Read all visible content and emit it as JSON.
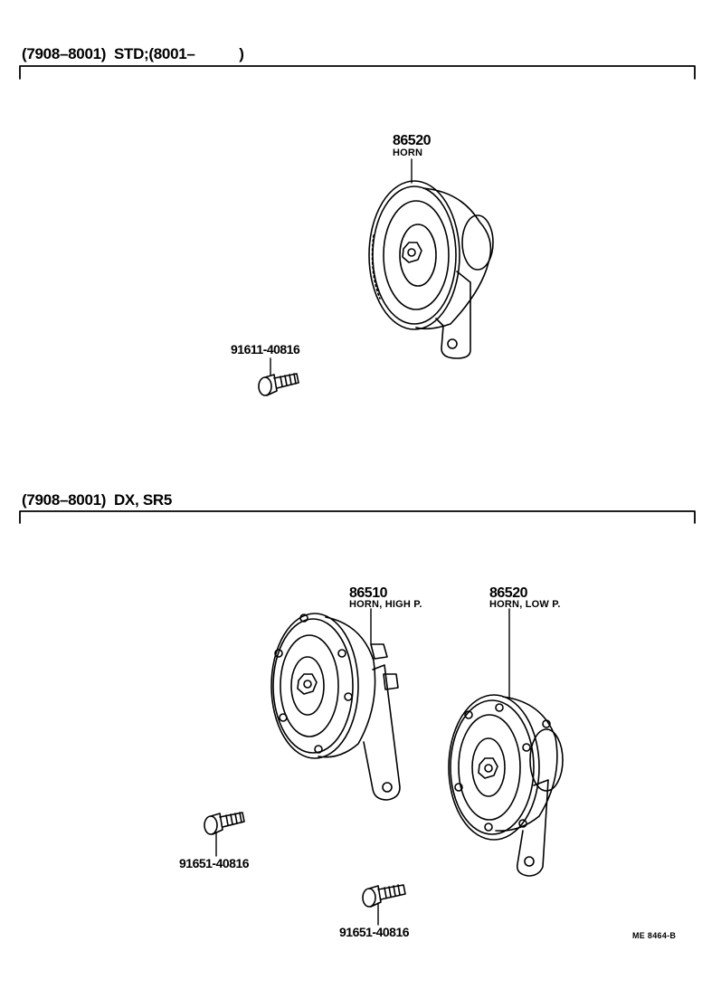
{
  "sections": [
    {
      "header": "(7908–8001)  STD;(8001–           )"
    },
    {
      "header": "(7908–8001)  DX, SR5"
    }
  ],
  "parts": [
    {
      "number": "86520",
      "name": "HORN"
    },
    {
      "number": "91611-40816",
      "name": ""
    },
    {
      "number": "86510",
      "name": "HORN, HIGH P."
    },
    {
      "number": "86520",
      "name": "HORN, LOW P."
    },
    {
      "number": "91651-40816",
      "name": ""
    },
    {
      "number": "91651-40816",
      "name": ""
    }
  ],
  "figure_code": "ME  8464-B"
}
